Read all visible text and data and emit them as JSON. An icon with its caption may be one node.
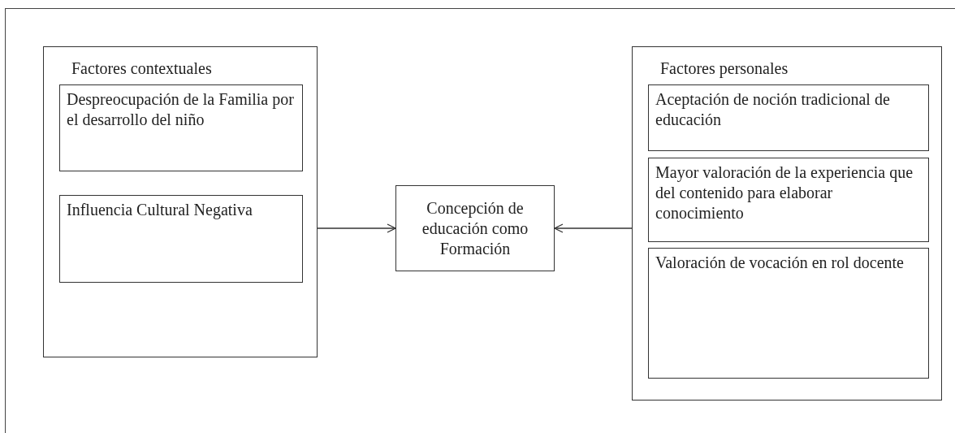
{
  "diagram": {
    "nodes": [
      {
        "text": [
          "Factores contextuales"
        ]
      },
      {
        "text": [
          "Despreocupación de la Familia por el desarrollo del  niño"
        ],
        "in": 0
      },
      {
        "text": [
          "Influencia Cultural Negativa"
        ],
        "in": 0
      },
      {
        "text": [
          "Concepción de educación como Formación"
        ]
      },
      {
        "text": [
          "Factores personales"
        ]
      },
      {
        "text": [
          "Aceptación de noción tradicional de educación"
        ],
        "in": 4
      },
      {
        "text": [
          "Mayor valoración de la experiencia que del contenido para elaborar conocimiento"
        ],
        "in": 4
      },
      {
        "text": [
          "Valoración de vocación en rol docente"
        ],
        "in": 4
      }
    ],
    "edges": [
      {
        "from": 0,
        "to": 3,
        "arrow": "to"
      },
      {
        "from": 4,
        "to": 3,
        "arrow": "to"
      }
    ]
  }
}
